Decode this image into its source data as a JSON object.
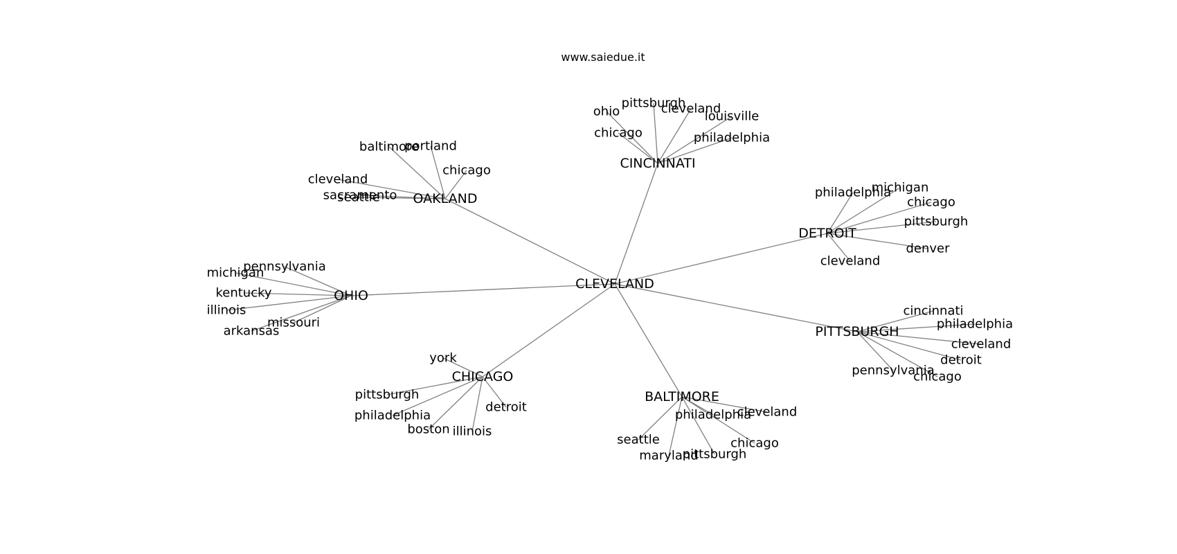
{
  "watermark": "www.saiedue.it",
  "root": "CLEVELAND",
  "hubs": [
    {
      "name": "CINCINNATI",
      "children": [
        "ohio",
        "pittsburgh",
        "cleveland",
        "louisville",
        "chicago",
        "philadelphia"
      ]
    },
    {
      "name": "OAKLAND",
      "children": [
        "baltimore",
        "portland",
        "chicago",
        "cleveland",
        "sacramento",
        "seattle"
      ]
    },
    {
      "name": "DETROIT",
      "children": [
        "philadelphia",
        "michigan",
        "chicago",
        "pittsburgh",
        "denver",
        "cleveland"
      ]
    },
    {
      "name": "OHIO",
      "children": [
        "michigan",
        "pennsylvania",
        "kentucky",
        "illinois",
        "missouri",
        "arkansas"
      ]
    },
    {
      "name": "PITTSBURGH",
      "children": [
        "cincinnati",
        "philadelphia",
        "cleveland",
        "detroit",
        "pennsylvania",
        "chicago"
      ]
    },
    {
      "name": "CHICAGO",
      "children": [
        "york",
        "pittsburgh",
        "philadelphia",
        "detroit",
        "boston",
        "illinois"
      ]
    },
    {
      "name": "BALTIMORE",
      "children": [
        "philadelphia",
        "cleveland",
        "seattle",
        "chicago",
        "maryland",
        "pittsburgh"
      ]
    }
  ]
}
